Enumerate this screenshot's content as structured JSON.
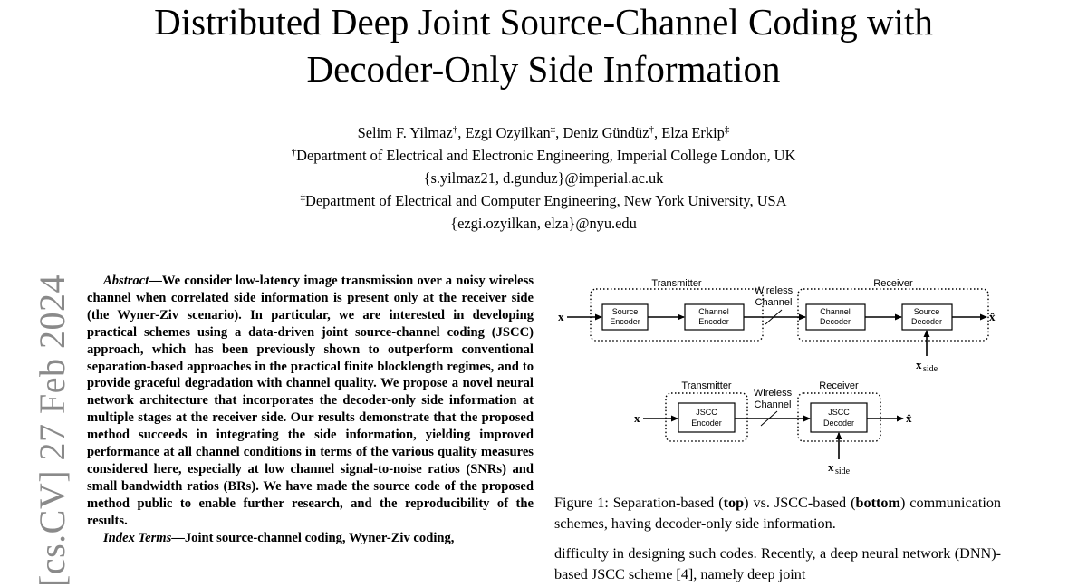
{
  "title": {
    "line1": "Distributed Deep Joint Source-Channel Coding with",
    "line2": "Decoder-Only Side Information"
  },
  "authors": {
    "a1": "Selim F. Yilmaz",
    "a2": "Ezgi Ozyilkan",
    "a3": "Deniz Gündüz",
    "a4": "Elza Erkip",
    "mark_dagger": "†",
    "mark_ddagger": "‡",
    "sep": ", "
  },
  "affiliations": [
    {
      "mark": "†",
      "text": "Department of Electrical and Electronic Engineering, Imperial College London, UK"
    },
    {
      "mark": "",
      "text": "{s.yilmaz21, d.gunduz}@imperial.ac.uk"
    },
    {
      "mark": "‡",
      "text": "Department of Electrical and Computer Engineering, New York University, USA"
    },
    {
      "mark": "",
      "text": "{ezgi.ozyilkan, elza}@nyu.edu"
    }
  ],
  "arxiv_stamp": "[cs.CV]  27 Feb 2024",
  "abstract": {
    "label": "Abstract",
    "dash": "—",
    "text": "We consider low-latency image transmission over a noisy wireless channel when correlated side information is present only at the receiver side (the Wyner-Ziv scenario). In particular, we are interested in developing practical schemes using a data-driven joint source-channel coding (JSCC) approach, which has been previously shown to outperform conventional separation-based approaches in the practical finite blocklength regimes, and to provide graceful degradation with channel quality. We propose a novel neural network architecture that incorporates the decoder-only side information at multiple stages at the receiver side. Our results demonstrate that the proposed method succeeds in integrating the side information, yielding improved performance at all channel conditions in terms of the various quality measures considered here, especially at low channel signal-to-noise ratios (SNRs) and small bandwidth ratios (BRs). We have made the source code of the proposed method public to enable further research, and the reproducibility of the results.",
    "index_label": "Index Terms",
    "index_text": "Joint source-channel coding, Wyner-Ziv coding,"
  },
  "figure": {
    "top": {
      "transmitter": "Transmitter",
      "receiver": "Receiver",
      "wireless": "Wireless",
      "channel": "Channel",
      "source_encoder": [
        "Source",
        "Encoder"
      ],
      "channel_encoder": [
        "Channel",
        "Encoder"
      ],
      "channel_decoder": [
        "Channel",
        "Decoder"
      ],
      "source_decoder": [
        "Source",
        "Decoder"
      ],
      "input": "x",
      "output": "x̂",
      "side": "x",
      "side_sub": "side"
    },
    "bottom": {
      "transmitter": "Transmitter",
      "receiver": "Receiver",
      "wireless": "Wireless",
      "channel": "Channel",
      "jscc_encoder": [
        "JSCC",
        "Encoder"
      ],
      "jscc_decoder": [
        "JSCC",
        "Decoder"
      ],
      "input": "x",
      "output": "x̂",
      "side": "x",
      "side_sub": "side"
    }
  },
  "caption": {
    "prefix": "Figure 1: Separation-based (",
    "top": "top",
    "mid": ") vs. JSCC-based (",
    "bottom": "bottom",
    "suffix": ") communication schemes, having decoder-only side information."
  },
  "body_text": "difficulty in designing such codes. Recently, a deep neural network (DNN)-based JSCC scheme [4], namely deep joint"
}
